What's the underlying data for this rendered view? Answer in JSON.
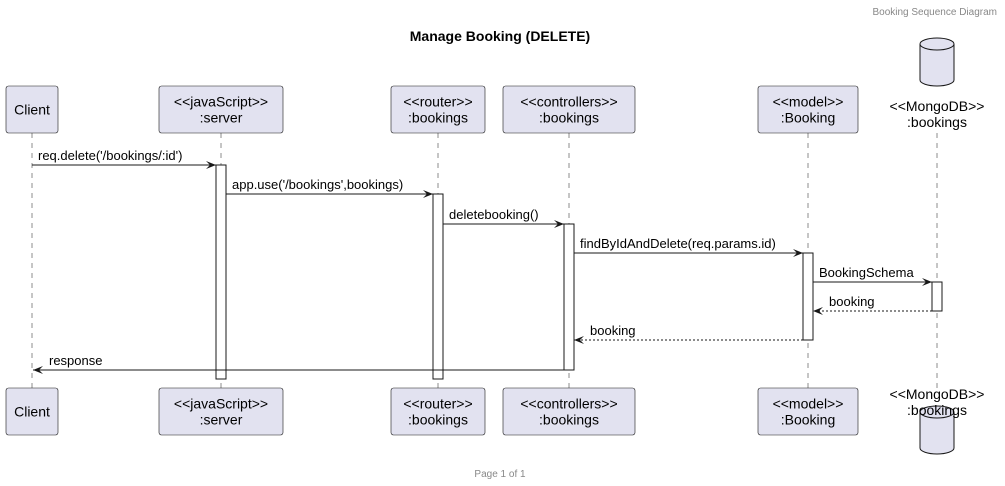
{
  "header": {
    "text": "Booking Sequence Diagram"
  },
  "title": "Manage Booking (DELETE)",
  "footer": {
    "text": "Page 1 of 1"
  },
  "participants": [
    {
      "id": "client",
      "lines": [
        "Client"
      ],
      "kind": "box"
    },
    {
      "id": "server",
      "lines": [
        "<<javaScript>>",
        ":server"
      ],
      "kind": "box"
    },
    {
      "id": "router",
      "lines": [
        "<<router>>",
        ":bookings"
      ],
      "kind": "box"
    },
    {
      "id": "controllers",
      "lines": [
        "<<controllers>>",
        ":bookings"
      ],
      "kind": "box"
    },
    {
      "id": "model",
      "lines": [
        "<<model>>",
        ":Booking"
      ],
      "kind": "box"
    },
    {
      "id": "mongodb",
      "lines": [
        "<<MongoDB>>",
        ":bookings"
      ],
      "kind": "database"
    }
  ],
  "messages": [
    {
      "from": "client",
      "to": "server",
      "label": "req.delete('/bookings/:id')",
      "style": "solid"
    },
    {
      "from": "server",
      "to": "router",
      "label": "app.use('/bookings',bookings)",
      "style": "solid"
    },
    {
      "from": "router",
      "to": "controllers",
      "label": "deletebooking()",
      "style": "solid"
    },
    {
      "from": "controllers",
      "to": "model",
      "label": "findByIdAndDelete(req.params.id)",
      "style": "solid"
    },
    {
      "from": "model",
      "to": "mongodb",
      "label": "BookingSchema",
      "style": "solid"
    },
    {
      "from": "mongodb",
      "to": "model",
      "label": "booking",
      "style": "dashed"
    },
    {
      "from": "model",
      "to": "controllers",
      "label": "booking",
      "style": "dashed"
    },
    {
      "from": "controllers",
      "to": "client",
      "label": "response",
      "style": "solid"
    }
  ]
}
